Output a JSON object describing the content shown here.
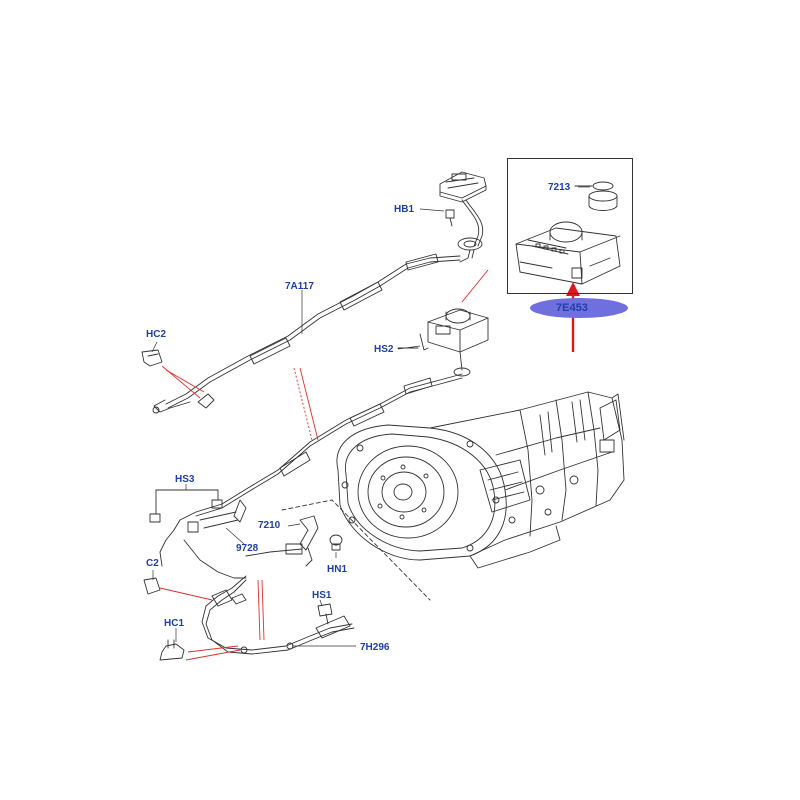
{
  "labels": {
    "hb1": "HB1",
    "a7a117": "7A117",
    "hc2": "HC2",
    "hs2": "HS2",
    "hs3": "HS3",
    "p7210": "7210",
    "p9728": "9728",
    "hn1": "HN1",
    "c2": "C2",
    "hs1": "HS1",
    "hc1": "HC1",
    "p7h296": "7H296",
    "p7213": "7213",
    "highlighted_part": "7E453"
  },
  "colors": {
    "label_text": "#1f3fa8",
    "highlight_oval": "#6f6fe0",
    "pointer_arrow": "#e01818",
    "line_art": "#333333",
    "leader_red": "#e03030"
  }
}
